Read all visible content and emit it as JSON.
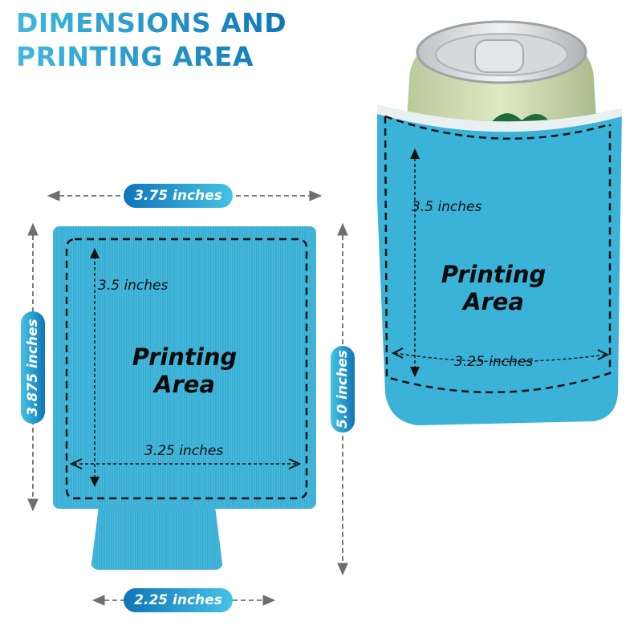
{
  "title": {
    "line1": "DIMENSIONS AND",
    "line2": "PRINTING AREA"
  },
  "colors": {
    "brand_blue_dark": "#0f75b6",
    "brand_blue_light": "#45c3e5",
    "fabric": "#3bb3d9",
    "arrow_gray": "#6e6e6e"
  },
  "flat_koozie": {
    "width_label": "3.75 inches",
    "height_label": "3.875 inches",
    "total_height_label": "5.0 inches",
    "tab_width_label": "2.25 inches",
    "print_height_label": "3.5 inches",
    "print_width_label": "3.25 inches",
    "print_area_line1": "Printing",
    "print_area_line2": "Area"
  },
  "can_koozie": {
    "print_height_label": "3.5 inches",
    "print_width_label": "3.25 inches",
    "print_area_line1": "Printing",
    "print_area_line2": "Area"
  }
}
